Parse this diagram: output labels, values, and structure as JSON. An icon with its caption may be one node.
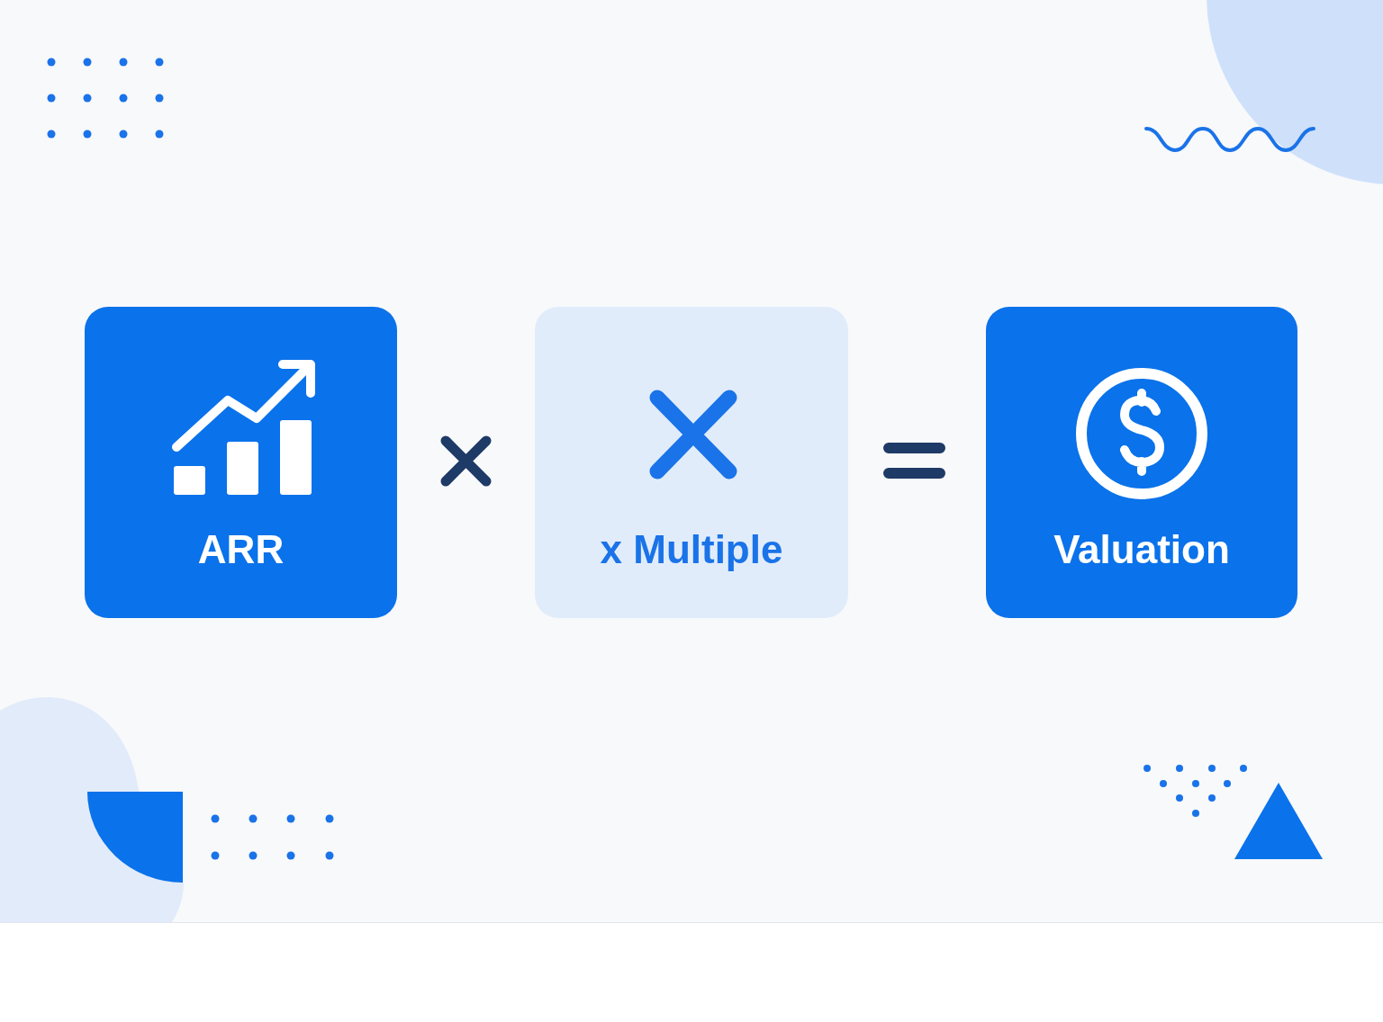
{
  "diagram": {
    "nodes": [
      {
        "text": [
          "ARR"
        ]
      },
      {
        "text": [
          "x Multiple"
        ]
      },
      {
        "text": [
          "Valuation"
        ]
      }
    ]
  }
}
